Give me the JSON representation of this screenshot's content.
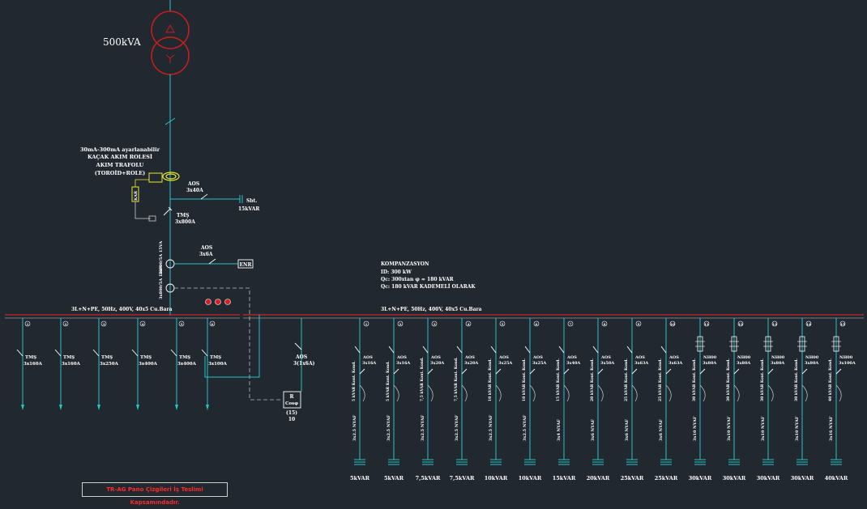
{
  "transformer": {
    "rating": "500kVA"
  },
  "leakage_relay": {
    "lines": [
      "30mA-300mA ayarlanabilir",
      "KAÇAK AKIM ROLESİ",
      "AKIM TRAFOLU",
      "(TOROİD+ROLE)"
    ],
    "relay_tag": "KAR"
  },
  "main_breaker": {
    "name": "TMŞ",
    "rating": "3x800A"
  },
  "fixed_comp_breaker": {
    "name": "AOS",
    "rating": "3x40A",
    "capacitor": "Sbt.",
    "capacitor_value": "15kVAR"
  },
  "analyzer_breaker": {
    "name": "AOS",
    "rating": "3x6A",
    "device": "ENR"
  },
  "current_transformers": {
    "ct1": "3x800/5A 15VA",
    "ct2": "3x800/5A 15VA"
  },
  "indicator_colors": [
    "#d42020",
    "#d42020",
    "#d42020"
  ],
  "compensation_block": {
    "title": "KOMPANZASYON",
    "lines": [
      "ID: 300 kW",
      "Qc: 300xtan φ = 180 kVAR",
      "Qc: 180 kVAR KADEMELİ OLARAK"
    ]
  },
  "left_busbar_label": "3L+N+PE, 50Hz, 400V, 40x5 Cu.Bara",
  "right_busbar_label": "3L+N+PE, 50Hz, 400V, 40x5 Cu.Bara",
  "left_feeders": [
    {
      "num": "1",
      "name": "TMŞ",
      "rating": "3x160A"
    },
    {
      "num": "2",
      "name": "TMŞ",
      "rating": "3x160A"
    },
    {
      "num": "3",
      "name": "TMŞ",
      "rating": "3x250A"
    },
    {
      "num": "4",
      "name": "TMŞ",
      "rating": "3x400A"
    },
    {
      "num": "5",
      "name": "TMŞ",
      "rating": "3x400A"
    },
    {
      "num": "6",
      "name": "TMŞ",
      "rating": "3x100A"
    }
  ],
  "reactive_relay": {
    "breaker": "AOS",
    "breaker_rating": "3(1x6A)",
    "device_top": "R",
    "device_bottom": "Cosφ",
    "spec": "(15)",
    "spec2": "10"
  },
  "cap_feeders": [
    {
      "num": "1",
      "switch": "AOS",
      "rating": "3x16A",
      "contactor": "5 kVAR Kont. Kond.",
      "cable": "3x2.5 NYAF",
      "kvar": "5kVAR"
    },
    {
      "num": "2",
      "switch": "AOS",
      "rating": "3x16A",
      "contactor": "5 kVAR Kont. Kond.",
      "cable": "3x2.5 NYAF",
      "kvar": "5kVAR"
    },
    {
      "num": "3",
      "switch": "AOS",
      "rating": "3x20A",
      "contactor": "7,5 kVAR Kont. Kond.",
      "cable": "3x2.5 NYAF",
      "kvar": "7,5kVAR"
    },
    {
      "num": "4",
      "switch": "AOS",
      "rating": "3x20A",
      "contactor": "7,5 kVAR Kont. Kond.",
      "cable": "3x2.5 NYAF",
      "kvar": "7,5kVAR"
    },
    {
      "num": "5",
      "switch": "AOS",
      "rating": "3x25A",
      "contactor": "10 kVAR Kont. Kond.",
      "cable": "3x2.5 NYAF",
      "kvar": "10kVAR"
    },
    {
      "num": "6",
      "switch": "AOS",
      "rating": "3x25A",
      "contactor": "10 kVAR Kont. Kond.",
      "cable": "3x2.5 NYAF",
      "kvar": "10kVAR"
    },
    {
      "num": "7",
      "switch": "AOS",
      "rating": "3x40A",
      "contactor": "15 kVAR Kont. Kond.",
      "cable": "3x4 NYAF",
      "kvar": "15kVAR"
    },
    {
      "num": "8",
      "switch": "AOS",
      "rating": "3x50A",
      "contactor": "20 kVAR Kont. Kond.",
      "cable": "3x6 NYAF",
      "kvar": "20kVAR"
    },
    {
      "num": "9",
      "switch": "AOS",
      "rating": "3x63A",
      "contactor": "25 kVAR Kont. Kond.",
      "cable": "3x6 NYAF",
      "kvar": "25kVAR"
    },
    {
      "num": "10",
      "switch": "AOS",
      "rating": "3x63A",
      "contactor": "25 kVAR Kont. Kond.",
      "cable": "3x6 NYAF",
      "kvar": "25kVAR"
    },
    {
      "num": "11",
      "switch": "NH00",
      "rating": "3x80A",
      "contactor": "30 kVAR Kont. Kond.",
      "cable": "3x10 NYAF",
      "kvar": "30kVAR"
    },
    {
      "num": "12",
      "switch": "NH00",
      "rating": "3x80A",
      "contactor": "30 kVAR Kont. Kond.",
      "cable": "3x10 NYAF",
      "kvar": "30kVAR"
    },
    {
      "num": "13",
      "switch": "NH00",
      "rating": "3x80A",
      "contactor": "30 kVAR Kont. Kond.",
      "cable": "3x10 NYAF",
      "kvar": "30kVAR"
    },
    {
      "num": "14",
      "switch": "NH00",
      "rating": "3x80A",
      "contactor": "30 kVAR Kont. Kond.",
      "cable": "3x10 NYAF",
      "kvar": "30kVAR"
    },
    {
      "num": "15",
      "switch": "NH00",
      "rating": "3x100A",
      "contactor": "40 kVAR Kont. Kond.",
      "cable": "3x16 NYAF",
      "kvar": "40kVAR"
    }
  ],
  "footer_note": "TR-AG Pano Çizgileri İş Teslimi Kapsamındadır.",
  "colors": {
    "wire": "#29c4c4",
    "transformer": "#c81e1e",
    "busbar": "#c82828",
    "text": "#ffffff",
    "relay": "#e8e830",
    "note": "#ff2a2a"
  }
}
